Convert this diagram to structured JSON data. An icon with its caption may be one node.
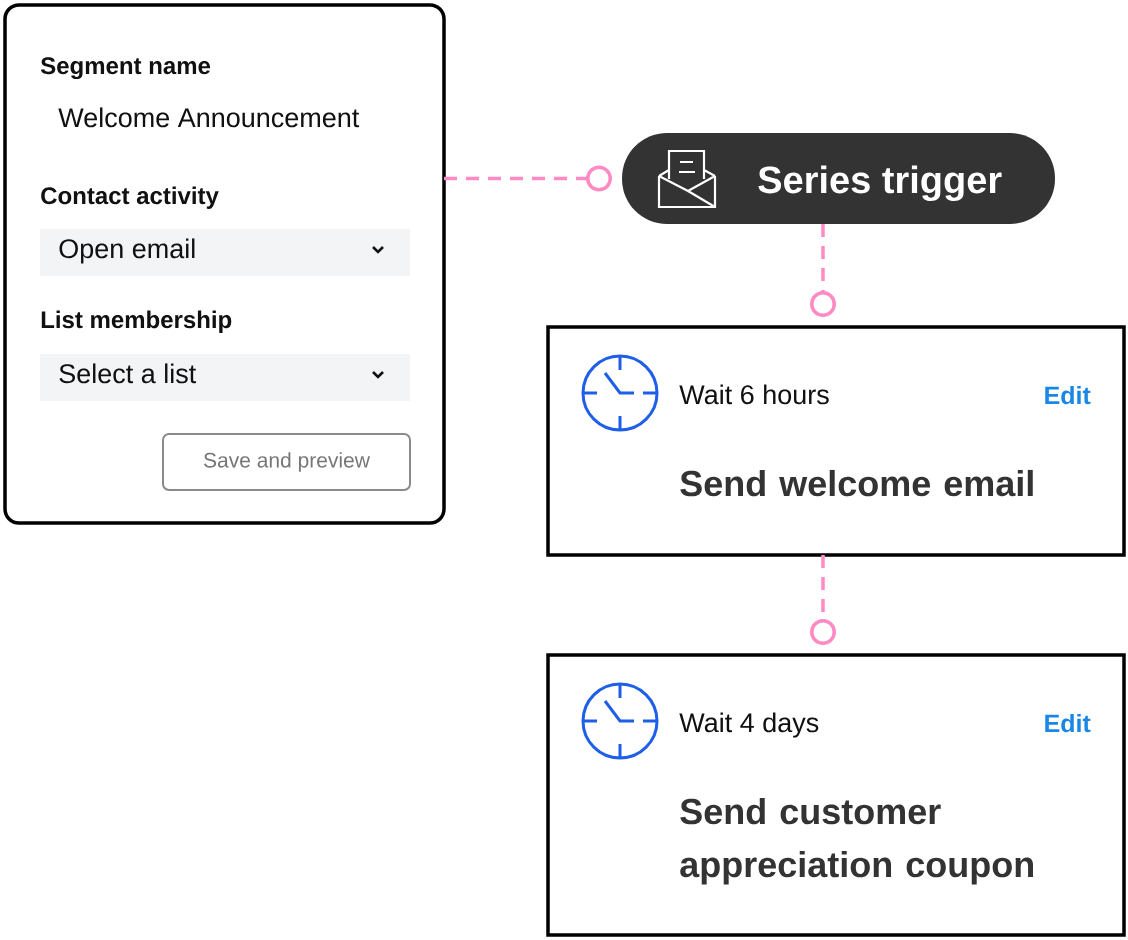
{
  "diagram": {
    "nodes": [
      {
        "text": [
          "Segment name",
          "Welcome Announcement",
          "Contact activity",
          "List membership"
        ]
      },
      {
        "text": [
          "Open email"
        ],
        "in": 0
      },
      {
        "text": [
          "Select a list"
        ],
        "in": 0
      },
      {
        "text": [
          "Save and preview"
        ],
        "in": 0
      },
      {
        "text": [
          "Series trigger"
        ]
      },
      {
        "text": [
          "Wait 6 hours",
          "Edit",
          "Send welcome email"
        ]
      },
      {
        "text": [
          "Wait 4 days",
          "Edit",
          "Send customer appreciation coupon"
        ]
      }
    ],
    "edges": [
      {
        "from": 0,
        "to": 4,
        "arrow": "other",
        "style": "dashed"
      },
      {
        "from": 4,
        "to": 5,
        "arrow": "other",
        "style": "dashed"
      },
      {
        "from": 5,
        "to": 6,
        "arrow": "other",
        "style": "dashed"
      }
    ]
  }
}
